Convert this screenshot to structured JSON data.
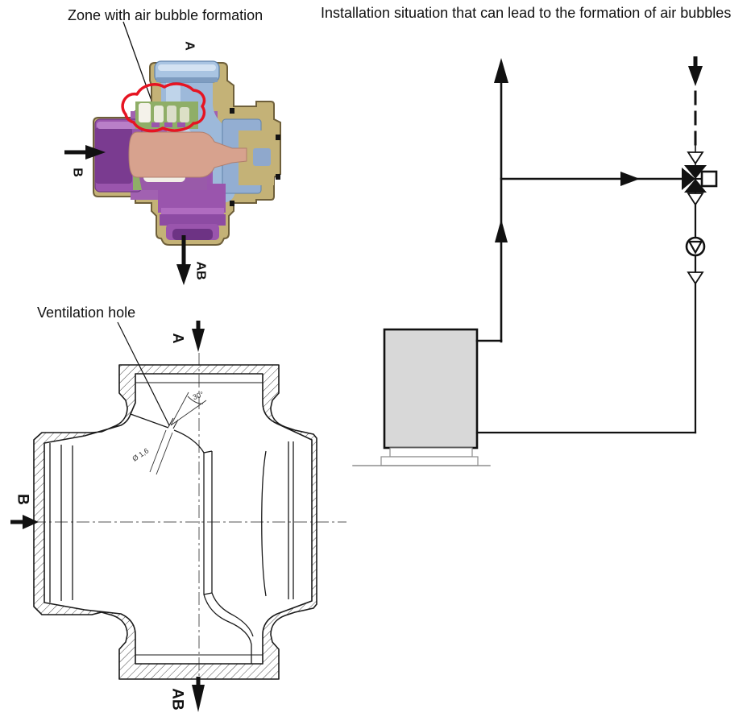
{
  "cutaway_figure": {
    "annotation": "Zone with air bubble formation",
    "port_labels": {
      "top": "A",
      "left": "B",
      "bottom": "AB"
    },
    "colors": {
      "body": "#c4b277",
      "port_top": "#a9c4e2",
      "port_left": "#9a55ad",
      "plug": "#d7a28e",
      "spring_zone": "#8fae67",
      "highlight_zone": "#e61422"
    }
  },
  "installation_figure": {
    "title": "Installation situation that can lead to the formation of air bubbles",
    "boiler_fill": "#d8d8d8"
  },
  "section_figure": {
    "annotation": "Ventilation hole",
    "port_labels": {
      "top": "A",
      "left": "B",
      "bottom": "AB"
    },
    "dimensions": {
      "angle": "30°",
      "diameter": "Ø 1,6"
    }
  }
}
